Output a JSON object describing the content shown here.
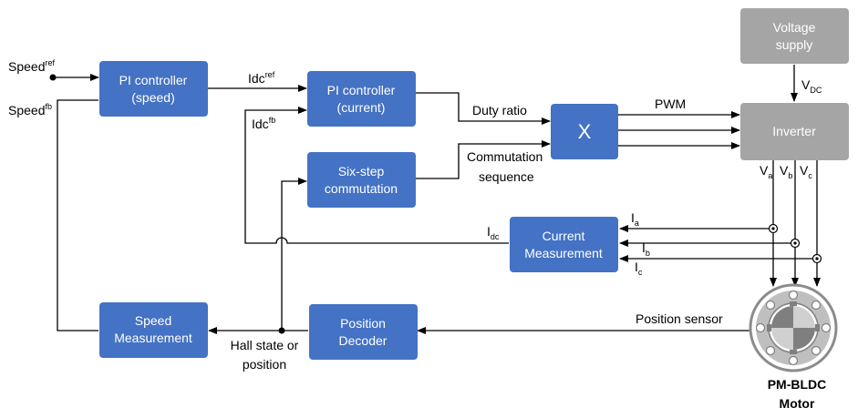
{
  "colors": {
    "block": "#4472C4",
    "supply_block": "#A5A5A5",
    "line": "#000000",
    "motor_ring": "#BFBFBF"
  },
  "blocks": {
    "pi_speed": [
      "PI controller",
      "(speed)"
    ],
    "pi_current": [
      "PI controller",
      "(current)"
    ],
    "six_step": [
      "Six-step",
      "commutation"
    ],
    "multiplier": "X",
    "current_measurement": [
      "Current",
      "Measurement"
    ],
    "speed_measurement": [
      "Speed",
      "Measurement"
    ],
    "position_decoder": [
      "Position",
      "Decoder"
    ],
    "voltage_supply": [
      "Voltage",
      "supply"
    ],
    "inverter": "Inverter"
  },
  "labels": {
    "speed_ref": {
      "base": "Speed",
      "sup": "ref"
    },
    "speed_fb": {
      "base": "Speed",
      "sup": "fb"
    },
    "idc_ref": {
      "base": "Idc",
      "sup": "ref"
    },
    "idc_fb": {
      "base": "Idc",
      "sup": "fb"
    },
    "duty_ratio": "Duty ratio",
    "commutation_sequence": [
      "Commutation",
      "sequence"
    ],
    "pwm": "PWM",
    "vdc": {
      "base": "V",
      "sub": "DC"
    },
    "va": {
      "base": "V",
      "sub": "a"
    },
    "vb": {
      "base": "V",
      "sub": "b"
    },
    "vc": {
      "base": "V",
      "sub": "c"
    },
    "ia": {
      "base": "I",
      "sub": "a"
    },
    "ib": {
      "base": "I",
      "sub": "b"
    },
    "ic": {
      "base": "I",
      "sub": "c"
    },
    "idc": {
      "base": "I",
      "sub": "dc"
    },
    "position_sensor": "Position sensor",
    "hall_state": [
      "Hall state or",
      "position"
    ],
    "motor": [
      "PM-BLDC",
      "Motor"
    ]
  }
}
